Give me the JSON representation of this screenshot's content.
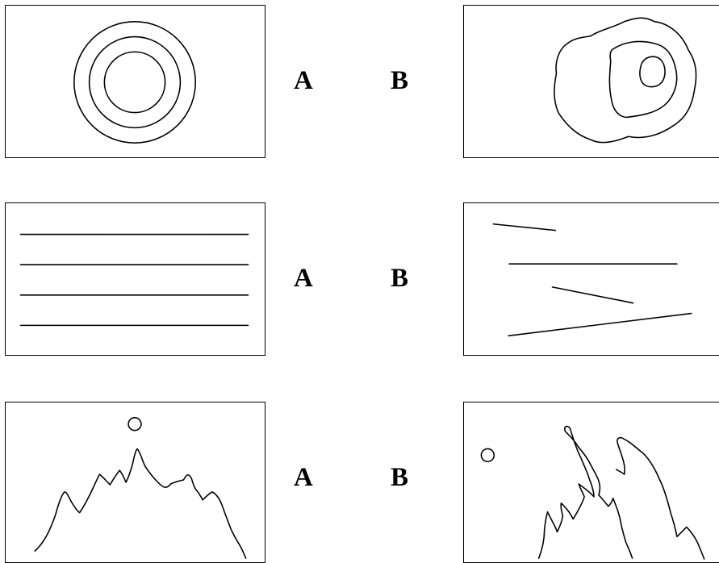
{
  "rows": [
    {
      "label_a": "A",
      "label_b": "B"
    },
    {
      "label_a": "A",
      "label_b": "B"
    },
    {
      "label_a": "A",
      "label_b": "B"
    }
  ]
}
